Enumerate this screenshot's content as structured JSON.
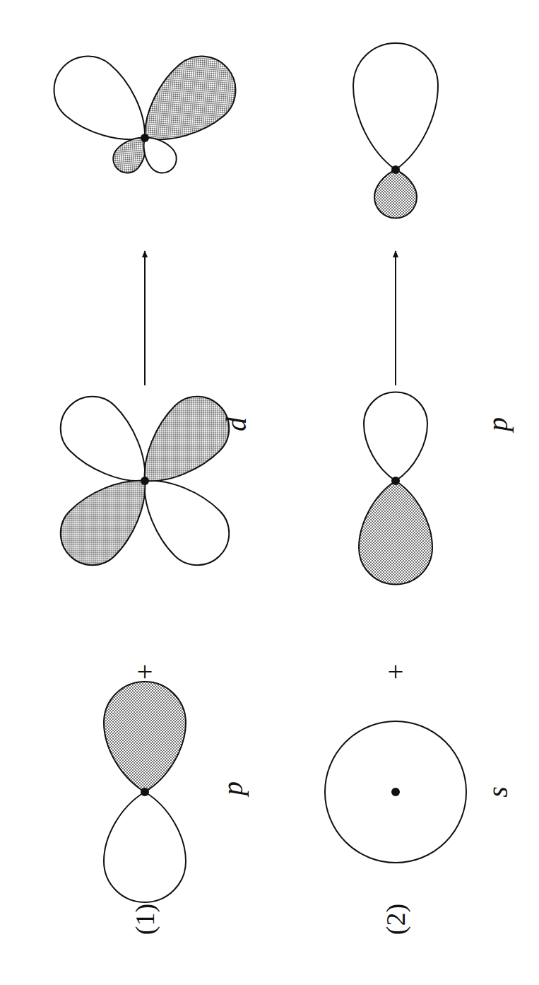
{
  "diagram": {
    "labels": [
      "(1)",
      "p",
      "+",
      "d",
      "(2)",
      "s",
      "+",
      "p"
    ]
  }
}
